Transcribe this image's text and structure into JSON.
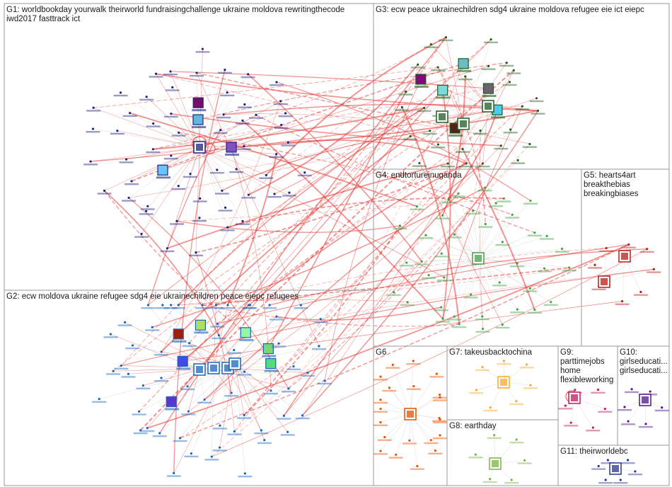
{
  "groups": [
    {
      "id": "G1",
      "lines": [
        "G1: worldbookday yourwalk theirworld fundraisingchallenge ukraine moldova rewritingthecode",
        "iwd2017 fasttrack ict"
      ],
      "color": "#1a237e"
    },
    {
      "id": "G2",
      "lines": [
        "G2: ecw moldova ukraine refugee sdg4 eie ukrainechildren peace eiepc refugees"
      ],
      "color": "#1565c0"
    },
    {
      "id": "G3",
      "lines": [
        "G3: ecw peace ukrainechildren sdg4 ukraine moldova refugee eie ict eiepc"
      ],
      "color": "#1b5e20"
    },
    {
      "id": "G4",
      "lines": [
        "G4: endtortureinuganda"
      ],
      "color": "#43a047"
    },
    {
      "id": "G5",
      "lines": [
        "G5: hearts4art",
        "breakthebias",
        "breakingbiases"
      ],
      "color": "#b71c1c"
    },
    {
      "id": "G6",
      "lines": [
        "G6"
      ],
      "color": "#e65100"
    },
    {
      "id": "G7",
      "lines": [
        "G7: takeusbacktochina"
      ],
      "color": "#f9a825"
    },
    {
      "id": "G8",
      "lines": [
        "G8: earthday"
      ],
      "color": "#7cb342"
    },
    {
      "id": "G9",
      "lines": [
        "G9:",
        "parttimejobs",
        "home",
        "flexibleworking"
      ],
      "color": "#c2185b"
    },
    {
      "id": "G10",
      "lines": [
        "G10:",
        "girlseducati...",
        "girlseducati..."
      ],
      "color": "#4a148c"
    },
    {
      "id": "G11",
      "lines": [
        "G11: theirworldebc"
      ],
      "color": "#283593"
    }
  ],
  "colors": {
    "edge": "#e53935",
    "edge_light": "#c8c8c8",
    "box": "#9a9a9a"
  }
}
